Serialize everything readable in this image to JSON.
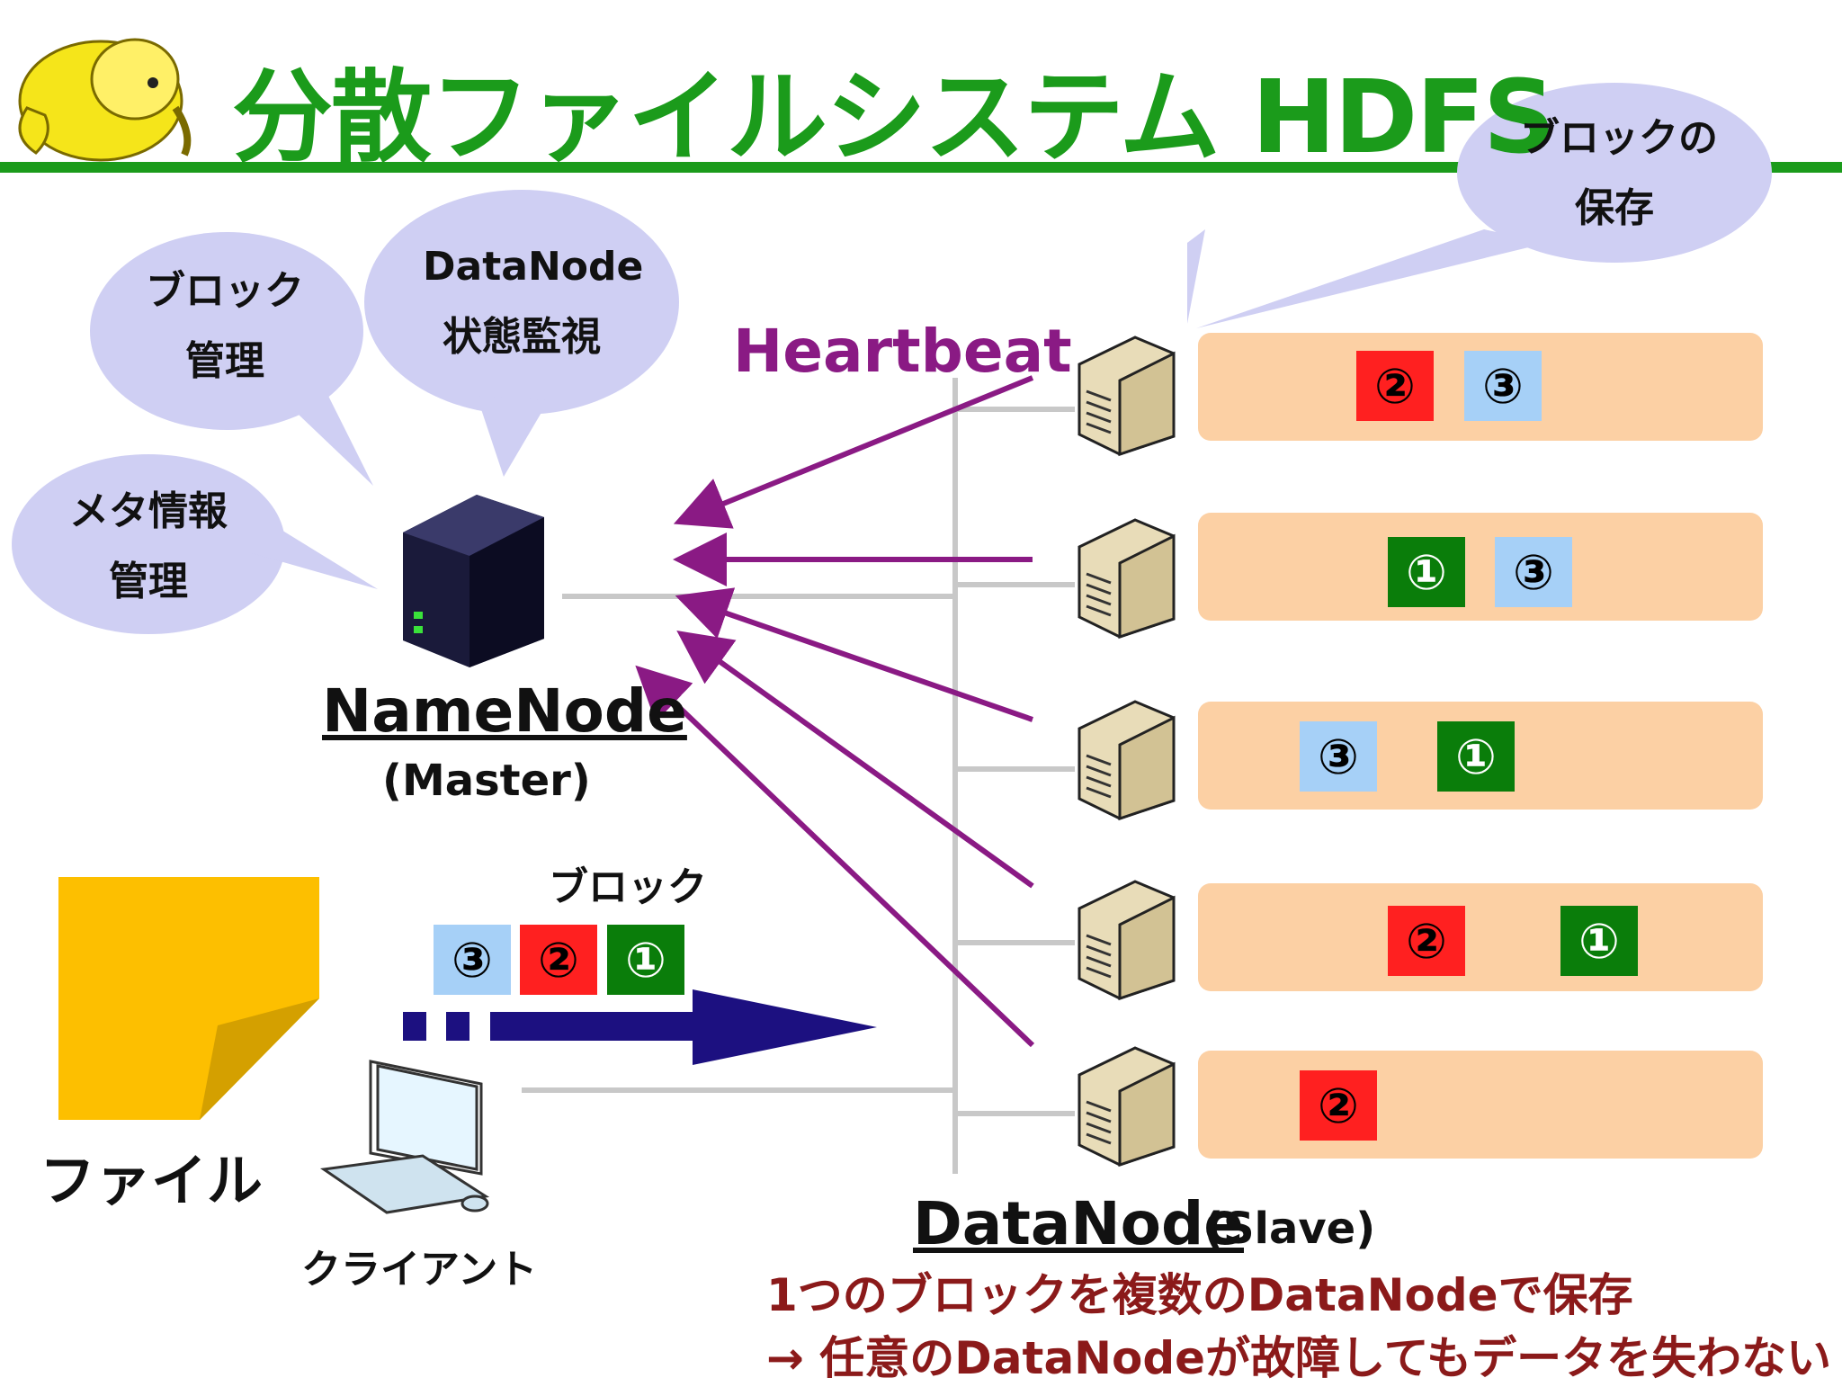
{
  "title": "分散ファイルシステム HDFS",
  "bubbles": {
    "block_storage": "ブロックの\n保存",
    "block_mgmt": "ブロック\n管理",
    "datanode_monitor": "DataNode\n状態監視",
    "meta_mgmt": "メタ情報\n管理"
  },
  "heartbeat": "Heartbeat",
  "namenode": {
    "label": "NameNode",
    "sub": "(Master)"
  },
  "datanode": {
    "label": "DataNode",
    "sub": "(Slave)"
  },
  "block_caption": "ブロック",
  "file_caption": "ファイル",
  "client_caption": "クライアント",
  "client_blocks": [
    "③",
    "②",
    "①"
  ],
  "datanode_rows": [
    {
      "blocks": [
        "②",
        "③"
      ]
    },
    {
      "blocks": [
        "①",
        "③"
      ]
    },
    {
      "blocks": [
        "③",
        "①"
      ]
    },
    {
      "blocks": [
        "②",
        "①"
      ]
    },
    {
      "blocks": [
        "②"
      ]
    }
  ],
  "notes": {
    "line1": "1つのブロックを複数のDataNodeで保存",
    "line2": "→ 任意のDataNodeが故障してもデータを失わない"
  },
  "colors": {
    "title_green": "#1b9b1b",
    "heartbeat_purple": "#8a1a84",
    "note_red": "#8b1a1a",
    "block_red": "#ff2020",
    "block_blue": "#a6d0f7",
    "block_green": "#0a7d0a",
    "storage_bg": "#fcd0a4",
    "bubble_bg": "#cfcff3"
  },
  "icons": [
    "hadoop-elephant-icon",
    "namenode-server-icon",
    "datanode-server-icon",
    "client-computer-icon",
    "file-note-icon"
  ]
}
